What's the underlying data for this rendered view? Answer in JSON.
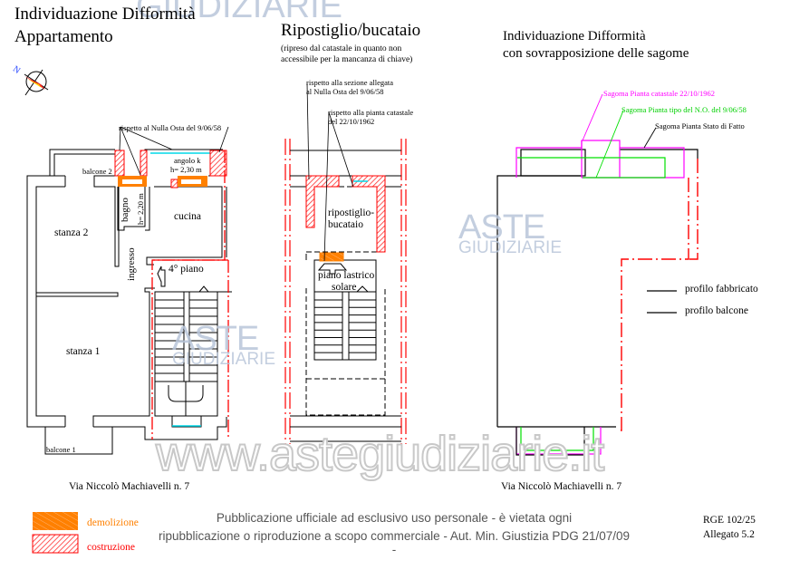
{
  "left_panel": {
    "title_line1": "Individuazione Difformità",
    "title_line2": "Appartamento",
    "north_label": "N",
    "note_nulla_osta": "rispetto al Nulla Osta del 9/06/58",
    "rooms": {
      "balcone2": "balcone 2",
      "angolo_k": "angolo k",
      "angolo_k_h": "h= 2,30 m",
      "bagno": "bagno",
      "bagno_h": "h= 2,20 m",
      "cucina": "cucina",
      "stanza2": "stanza 2",
      "ingresso": "ingresso",
      "piano": "4° piano",
      "stanza1": "stanza 1",
      "balcone1": "balcone 1"
    },
    "address": "Via Niccolò Machiavelli n. 7"
  },
  "middle_panel": {
    "title": "Ripostiglio/bucataio",
    "subtitle_line1": "(ripreso dal catastale in quanto non",
    "subtitle_line2": "accessibile per la mancanza di chiave)",
    "note_sezione_line1": "rispetto alla sezione allegata",
    "note_sezione_line2": "al Nulla Osta del 9/06/58",
    "note_catastale_line1": "rispetto alla pianta catastale",
    "note_catastale_line2": "del 22/10/1962",
    "room_line1": "ripostiglio-",
    "room_line2": "bucataio",
    "lastrico_line1": "piano lastrico",
    "lastrico_line2": "solare"
  },
  "right_panel": {
    "title_line1": "Individuazione Difformità",
    "title_line2": "con sovrapposizione delle sagome",
    "sagoma_catastale": "Sagoma Pianta catastale 22/10/1962",
    "sagoma_tipo": "Sagoma Pianta tipo del N.O. del 9/06/58",
    "sagoma_stato": "Sagoma Pianta Stato di Fatto",
    "legend_fabbricato": "profilo fabbricato",
    "legend_balcone": "profilo balcone",
    "address": "Via Niccolò Machiavelli n. 7",
    "colors": {
      "catastale": "#ff00ff",
      "tipo": "#00ee00",
      "stato": "#000000"
    }
  },
  "legend": {
    "demolizione": "demolizione",
    "costruzione": "costruzione",
    "colors": {
      "demolizione": "#ff8000",
      "costruzione": "#ff0000"
    }
  },
  "footer": {
    "notice_line1": "Pubblicazione ufficiale ad esclusivo uso personale - è vietata ogni",
    "notice_line2": "ripubblicazione o riproduzione a scopo commerciale - Aut. Min. Giustizia PDG 21/07/09",
    "notice_dash": "-",
    "rge": "RGE 102/25",
    "allegato": "Allegato 5.2"
  },
  "watermark": {
    "logo_top": "ASTE",
    "logo_bottom": "GIUDIZIARIE",
    "url": "www.astegiudiziarie.it"
  }
}
